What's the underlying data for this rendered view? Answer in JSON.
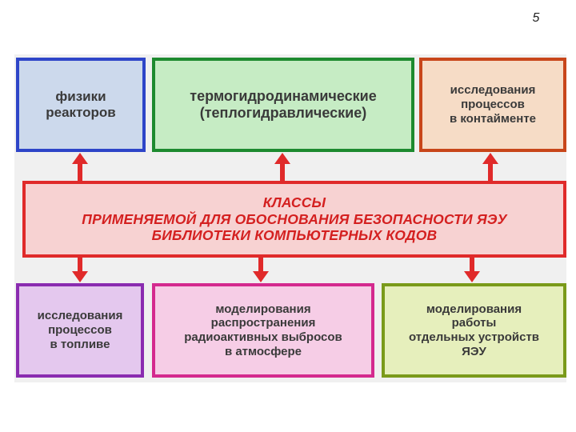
{
  "page_number": "5",
  "boxes": {
    "reactor": "физики\nреакторов",
    "thermo": "термогидродинамические\n(теплогидравлические)",
    "containment": "исследования\nпроцессов\nв контайменте",
    "center": "КЛАССЫ\nПРИМЕНЯЕМОЙ ДЛЯ ОБОСНОВАНИЯ БЕЗОПАСНОСТИ ЯЭУ\nБИБЛИОТЕКИ КОМПЬЮТЕРНЫХ КОДОВ",
    "fuel": "исследования\nпроцессов\nв топливе",
    "atmos": "моделирования\nраспространения\nрадиоактивных выбросов\nв атмосфере",
    "devices": "моделирования\nработы\nотдельных устройств\nЯЭУ"
  },
  "colors": {
    "arrow": "#e02a2a",
    "center_border": "#e02a2a",
    "reactor_border": "#2e45c8",
    "thermo_border": "#1d8a2f",
    "containment_border": "#c8461a",
    "fuel_border": "#8a2cb0",
    "atmos_border": "#d42a8e",
    "devices_border": "#7a9a1a"
  }
}
